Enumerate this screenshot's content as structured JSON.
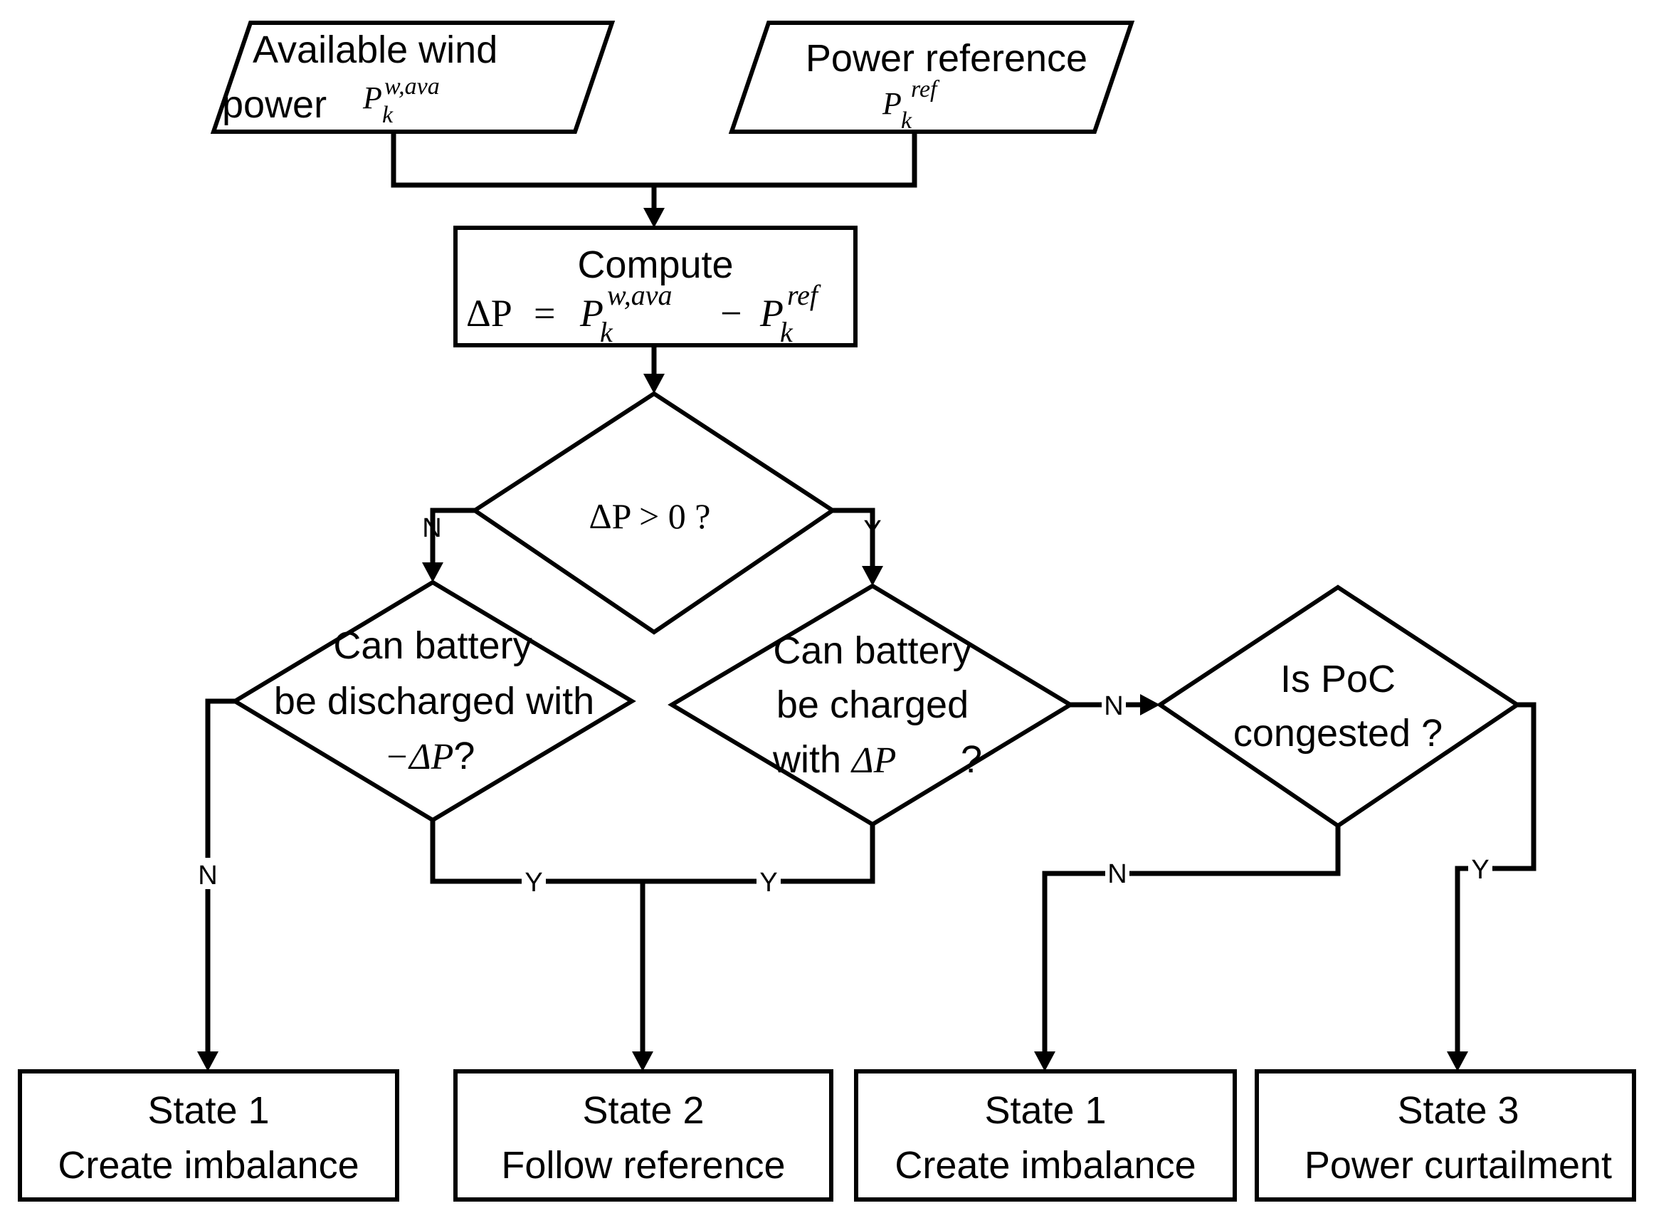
{
  "inputs": {
    "wind": {
      "line1": "Available wind",
      "line2": "power",
      "symbol": "P",
      "sub": "k",
      "sup": "w,ava"
    },
    "reference": {
      "line1": "Power reference",
      "symbol": "P",
      "sub": "k",
      "sup": "ref"
    }
  },
  "compute": {
    "line1": "Compute",
    "delta": "ΔP",
    "eq": "=",
    "symbol": "P",
    "sub": "k",
    "sup1": "w,ava",
    "minus": "−",
    "sup2": "ref"
  },
  "decision_main": {
    "delta": "ΔP",
    "rest": " > 0 ?"
  },
  "decision_discharge": {
    "line1": "Can battery",
    "line2": "be discharged with",
    "line3": "−ΔP",
    "line3_q": "?"
  },
  "decision_charge": {
    "line1": "Can battery",
    "line2": "be charged",
    "line3_pre": "with ",
    "line3_math": "ΔP",
    "line3_q": "?"
  },
  "decision_poc": {
    "line1": "Is PoC",
    "line2": "congested ?"
  },
  "branch_labels": {
    "main_no": "N",
    "main_yes": "Y",
    "discharge_no": "N",
    "discharge_yes": "Y",
    "charge_yes": "Y",
    "charge_no": "N",
    "poc_no": "N",
    "poc_yes": "Y"
  },
  "states": [
    {
      "line1": "State 1",
      "line2": "Create imbalance"
    },
    {
      "line1": "State 2",
      "line2": "Follow reference"
    },
    {
      "line1": "State 1",
      "line2": "Create imbalance"
    },
    {
      "line1": "State 3",
      "line2": "Power curtailment"
    }
  ]
}
